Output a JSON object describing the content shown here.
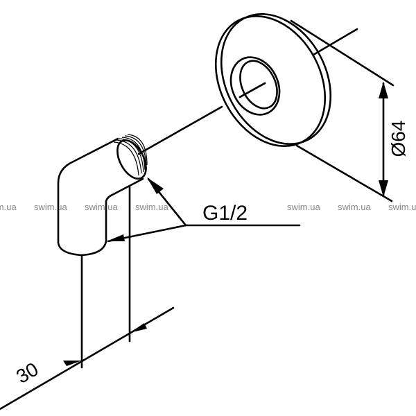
{
  "drawing": {
    "diameter_label": "Ø64",
    "thread_label": "G1/2",
    "length_label": "30"
  },
  "watermark": {
    "text": "swim.ua",
    "color": "#888888"
  }
}
